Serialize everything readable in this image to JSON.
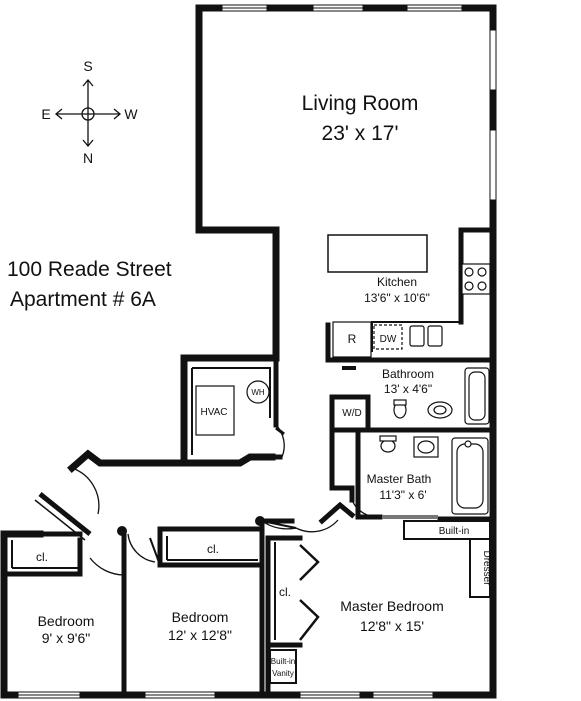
{
  "address": {
    "line1": "100 Reade Street",
    "line2": "Apartment # 6A"
  },
  "compass": {
    "north": "N",
    "south": "S",
    "east": "E",
    "west": "W"
  },
  "rooms": {
    "living_room": {
      "name": "Living Room",
      "size": "23' x 17'"
    },
    "kitchen": {
      "name": "Kitchen",
      "size": "13'6\" x 10'6\""
    },
    "bathroom": {
      "name": "Bathroom",
      "size": "13' x 4'6\""
    },
    "master_bath": {
      "name": "Master Bath",
      "size": "11'3\" x 6'"
    },
    "bedroom_1": {
      "name": "Bedroom",
      "size": "9' x 9'6\""
    },
    "bedroom_2": {
      "name": "Bedroom",
      "size": "12' x 12'8\""
    },
    "master_bedroom": {
      "name": "Master Bedroom",
      "size": "12'8\" x 15'"
    }
  },
  "fixtures": {
    "refrigerator": "R",
    "dishwasher": "DW",
    "washer_dryer": "W/D",
    "hvac": "HVAC",
    "water_heater": "WH",
    "closet": "cl.",
    "built_in": "Built-in",
    "dresser": "Dresser",
    "built_in_vanity_1": "Built-in",
    "built_in_vanity_2": "Vanity"
  }
}
